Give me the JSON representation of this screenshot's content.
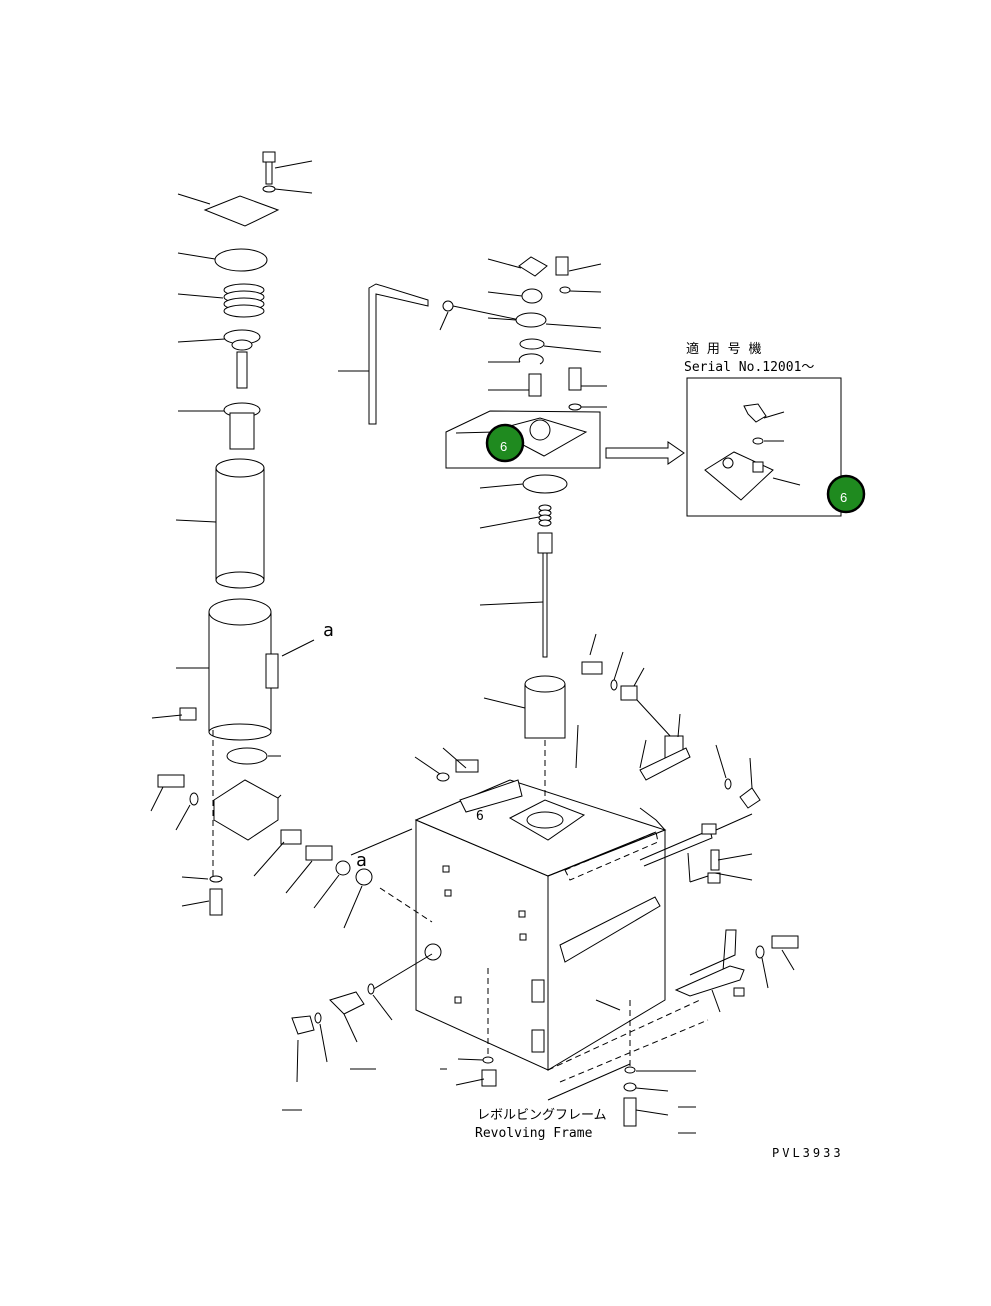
{
  "applicability": {
    "title_jp": "適 用 号 機",
    "serial": "Serial No.12001～"
  },
  "view_labels": {
    "a_arrow": "a",
    "a_view": "a"
  },
  "tank_mark": "6",
  "frame": {
    "label_jp": "レボルビングフレーム",
    "label_en": "Revolving Frame"
  },
  "drawing_code": "PVL3933",
  "markers": [
    {
      "label": "6",
      "color": "#1f8a1f"
    },
    {
      "label": "6",
      "color": "#1f8a1f"
    }
  ],
  "colors": {
    "marker": "#1f8a1f",
    "line": "#000000"
  }
}
